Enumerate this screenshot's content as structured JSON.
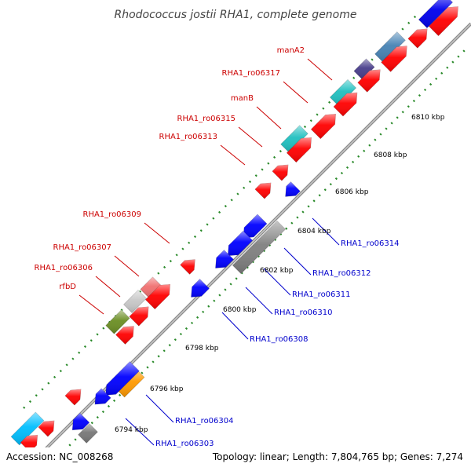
{
  "title": "Rhodococcus jostii RHA1, complete genome",
  "footer": {
    "accession": "Accession: NC_008268",
    "topology": "Topology: linear; Length: 7,804,765 bp; Genes: 7,274"
  },
  "colors": {
    "forward_gene": "#ff0000",
    "reverse_gene": "#0000ff",
    "forward_label": "#cc0000",
    "reverse_label": "#0000cc",
    "backbone": "#999999",
    "tick": "#2a8a2a"
  },
  "scale_kbp": [
    "6794 kbp",
    "6796 kbp",
    "6798 kbp",
    "6800 kbp",
    "6802 kbp",
    "6804 kbp",
    "6806 kbp",
    "6808 kbp",
    "6810 kbp"
  ],
  "forward_labels": [
    "manA2",
    "RHA1_ro06317",
    "manB",
    "RHA1_ro06315",
    "RHA1_ro06313",
    "RHA1_ro06309",
    "RHA1_ro06307",
    "RHA1_ro06306",
    "rfbD"
  ],
  "reverse_labels": [
    "RHA1_ro06314",
    "RHA1_ro06312",
    "RHA1_ro06311",
    "RHA1_ro06310",
    "RHA1_ro06308",
    "RHA1_ro06304",
    "RHA1_ro06303"
  ]
}
